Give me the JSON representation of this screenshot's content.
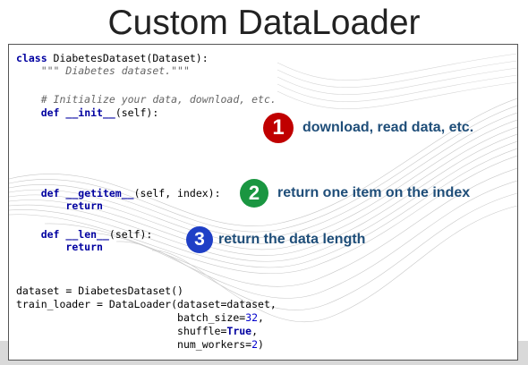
{
  "slide": {
    "title": "Custom DataLoader"
  },
  "code": {
    "lines": {
      "l1": {
        "kw": "class",
        "rest": " DiabetesDataset(Dataset):"
      },
      "l2": {
        "doc": "\"\"\" Diabetes dataset.\"\"\""
      },
      "l3": {
        "comment": "# Initialize your data, download, etc."
      },
      "l4": {
        "kw": "def",
        "fn": "__init__",
        "rest": "(self):"
      },
      "l5": {
        "kw": "def",
        "fn": "__getitem__",
        "rest": "(self, index):"
      },
      "l6": {
        "kw": "return"
      },
      "l7": {
        "kw": "def",
        "fn": "__len__",
        "rest": "(self):"
      },
      "l8": {
        "kw": "return"
      },
      "l9": {
        "text": "dataset = DiabetesDataset()"
      },
      "l10": {
        "text": "train_loader = DataLoader(dataset=dataset,"
      },
      "l11": {
        "pre": "batch_size=",
        "num": "32",
        "post": ","
      },
      "l12": {
        "pre": "shuffle=",
        "kwval": "True",
        "post": ","
      },
      "l13": {
        "pre": "num_workers=",
        "num": "2",
        "post": ")"
      }
    }
  },
  "annotations": [
    {
      "number": "1",
      "text": "download, read data, etc.",
      "color": "#c00000"
    },
    {
      "number": "2",
      "text": "return one item on the index",
      "color": "#1a9641"
    },
    {
      "number": "3",
      "text": "return the data length",
      "color": "#1f3fc6"
    }
  ],
  "icons": {
    "badge_shape": "numbered-circle"
  },
  "colors": {
    "keyword": "#0000a0",
    "number": "#0000cc",
    "comment": "#666666",
    "annotation_text": "#1f4e79"
  }
}
